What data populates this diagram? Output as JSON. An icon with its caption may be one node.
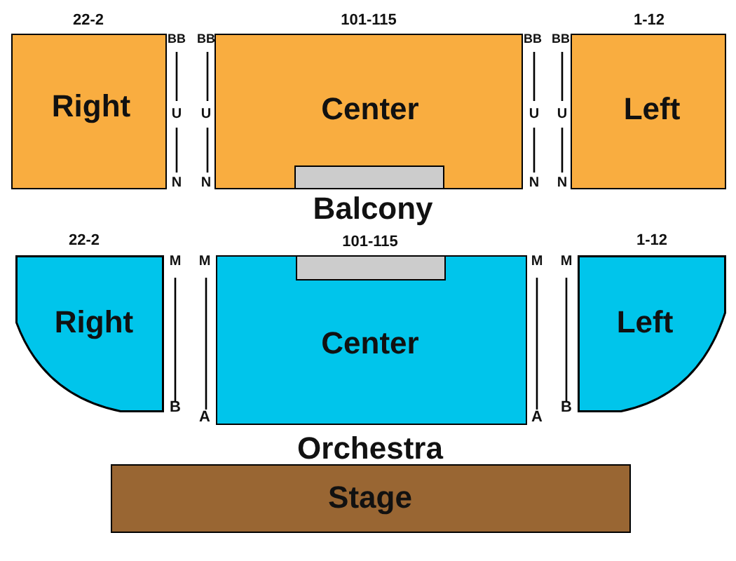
{
  "diagram": {
    "nodes": [
      {
        "text": [
          "22-2",
          "Right"
        ]
      },
      {
        "text": [
          "101-115",
          "Center"
        ]
      },
      {
        "text": [],
        "shape": "box",
        "in": 1
      },
      {
        "text": [
          "1-12",
          "Left"
        ]
      },
      {
        "text": [
          "22-2",
          "Right"
        ]
      },
      {
        "text": [
          "101-115",
          "Center"
        ]
      },
      {
        "text": [],
        "shape": "box",
        "in": 5
      },
      {
        "text": [
          "1-12",
          "Left"
        ]
      },
      {
        "text": [
          "Stage"
        ]
      }
    ],
    "labels": [
      "BB",
      "U",
      "N",
      "BB",
      "U",
      "N",
      "BB",
      "U",
      "N",
      "BB",
      "U",
      "N",
      "Balcony",
      "M",
      "B",
      "M",
      "A",
      "M",
      "A",
      "M",
      "B",
      "Orchestra"
    ]
  }
}
